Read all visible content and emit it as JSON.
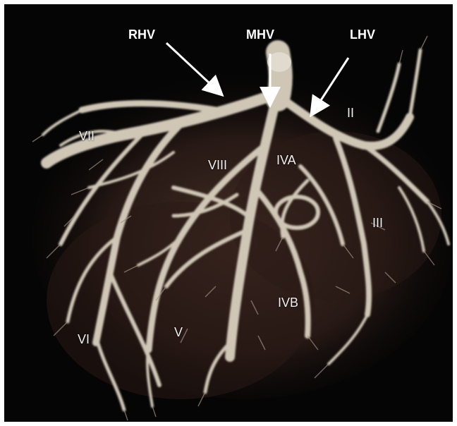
{
  "image": {
    "background_color": "#050505",
    "vessel_color": "#cfc6b6",
    "parenchyma_color": "#3a2620"
  },
  "vessel_labels": [
    {
      "key": "rhv",
      "text": "RHV"
    },
    {
      "key": "mhv",
      "text": "MHV"
    },
    {
      "key": "lhv",
      "text": "LHV"
    }
  ],
  "segment_labels": [
    {
      "key": "ii",
      "text": "II"
    },
    {
      "key": "iii",
      "text": "III"
    },
    {
      "key": "iva",
      "text": "IVA"
    },
    {
      "key": "ivb",
      "text": "IVB"
    },
    {
      "key": "v",
      "text": "V"
    },
    {
      "key": "vi",
      "text": "VI"
    },
    {
      "key": "vii",
      "text": "VII"
    },
    {
      "key": "viii",
      "text": "VIII"
    }
  ]
}
